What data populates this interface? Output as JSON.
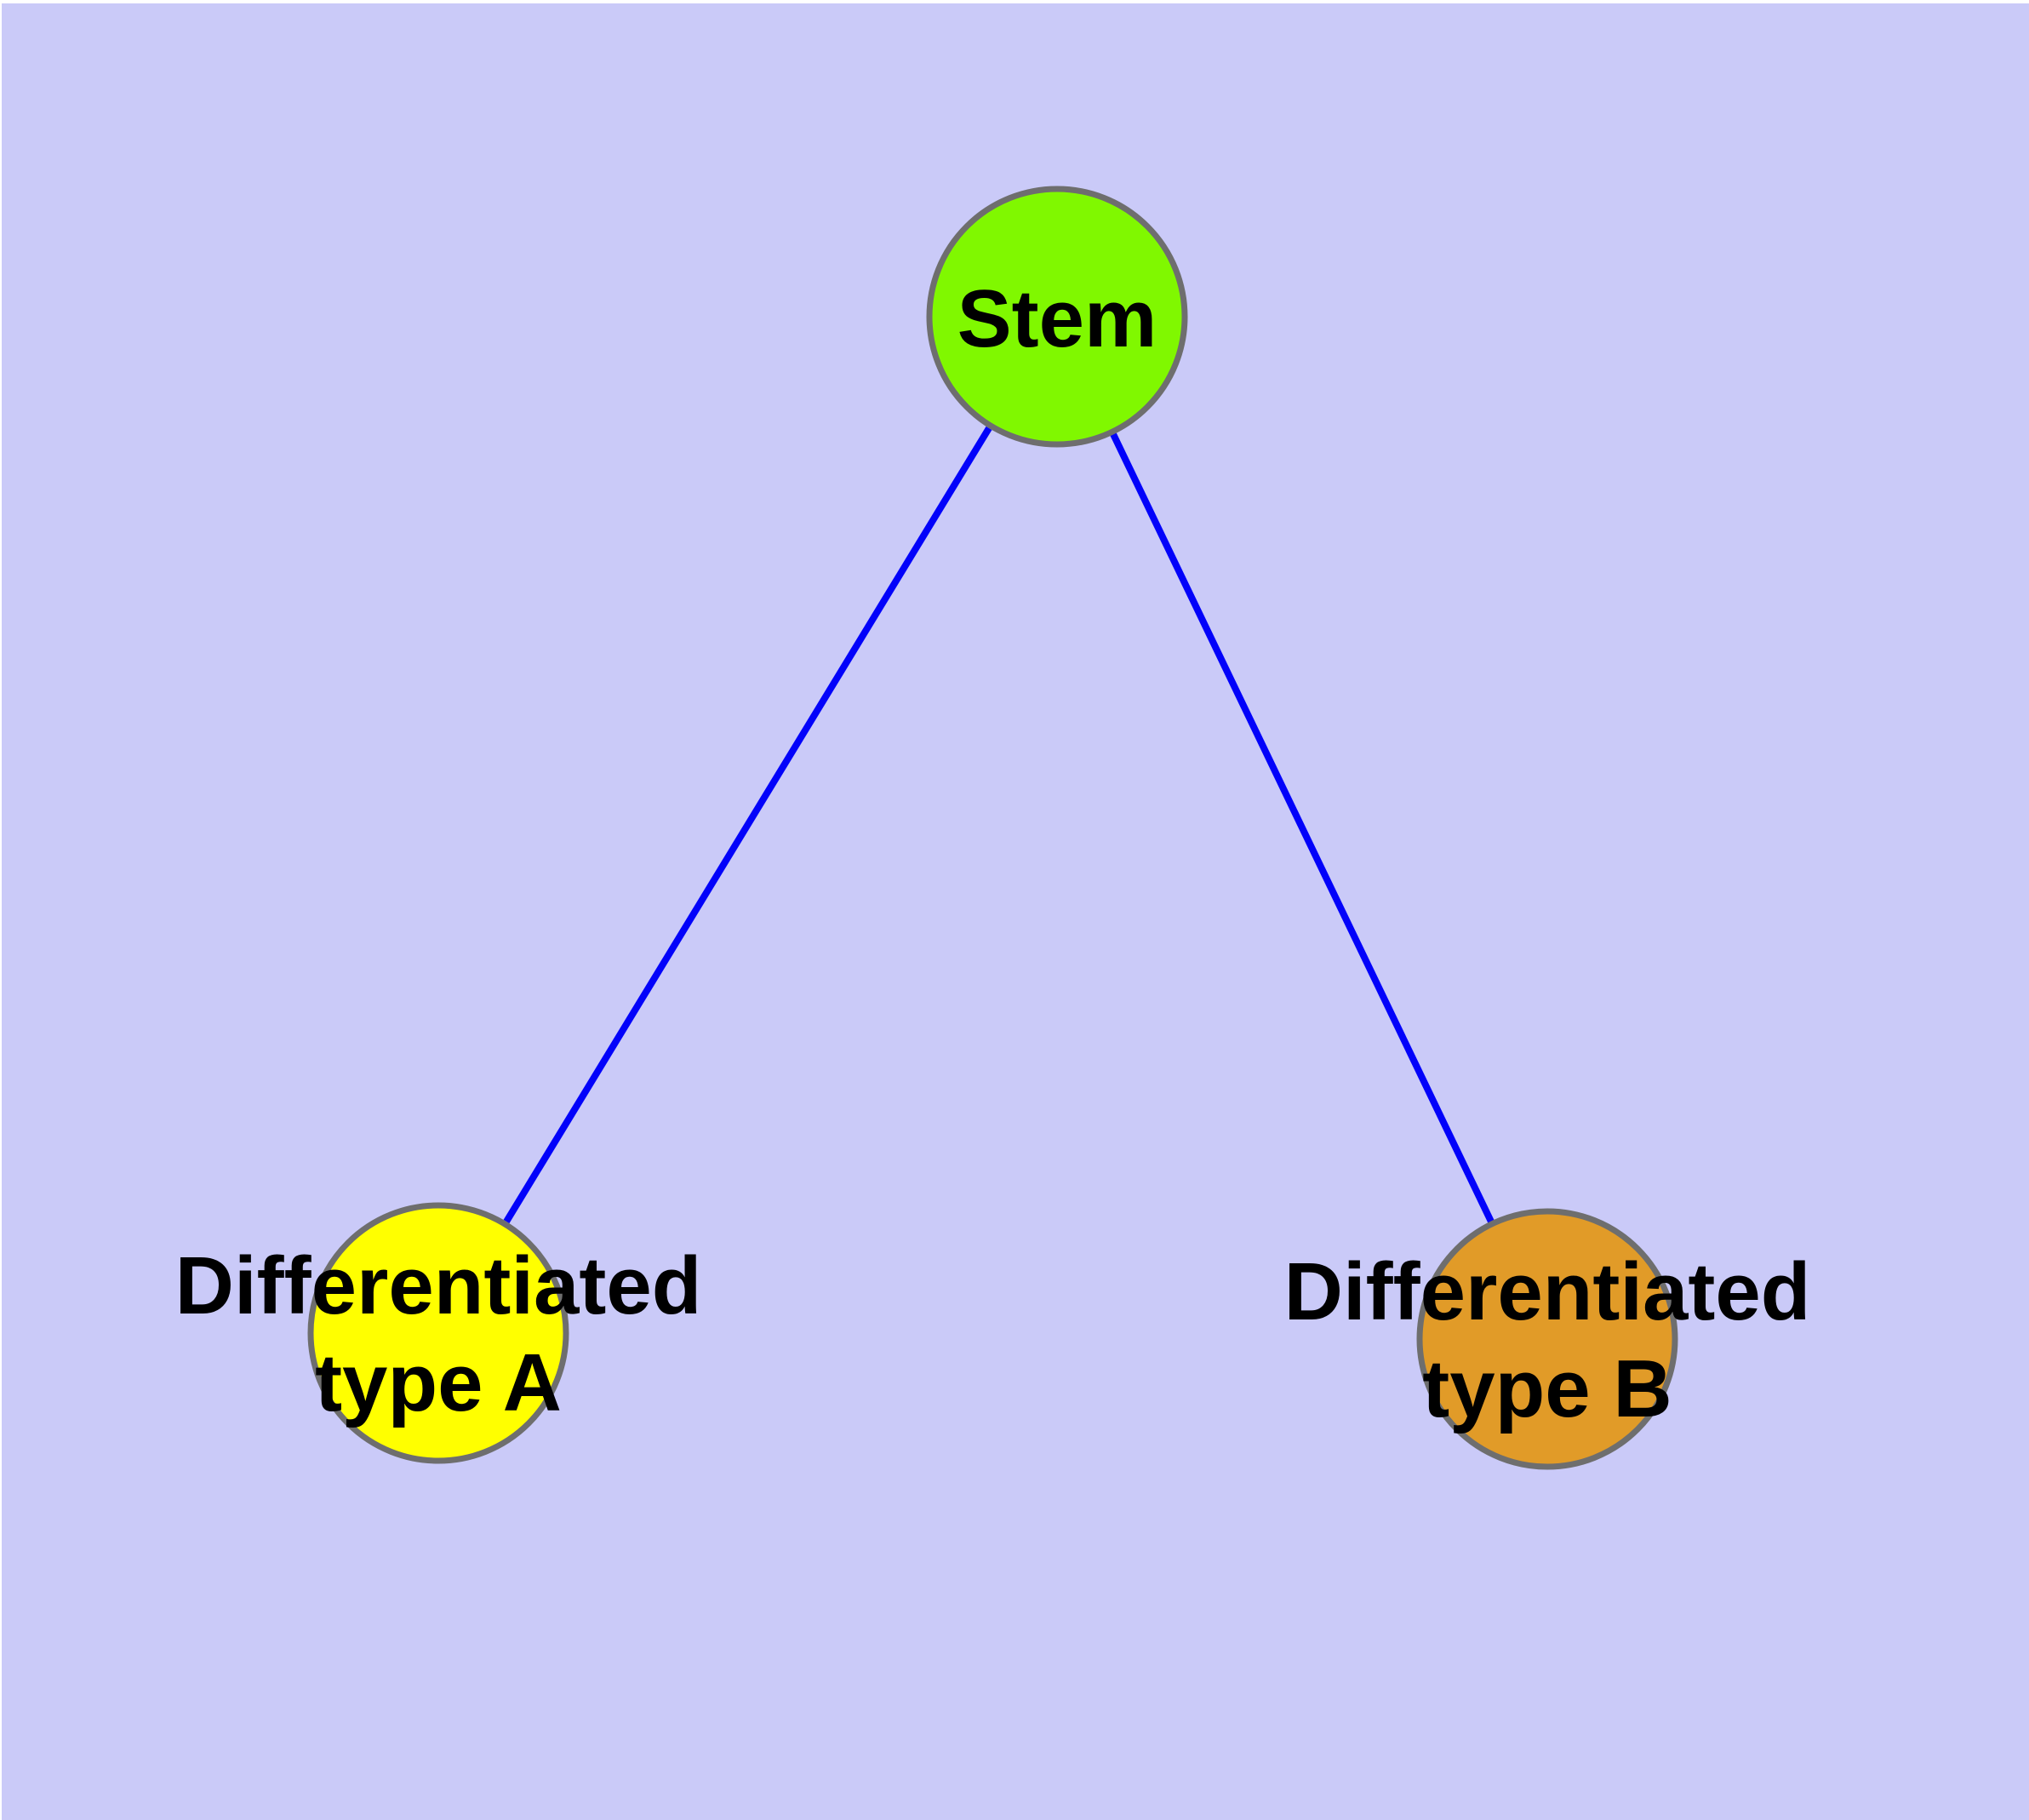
{
  "diagram": {
    "type": "node-link-graph",
    "background_color": "#cacaf8",
    "edge_color": "#0202fa",
    "node_border_color": "#6e6e6e",
    "label_color": "#000000",
    "nodes": [
      {
        "id": "stem",
        "label": "Stem",
        "fill_color": "#80f800"
      },
      {
        "id": "differentiated-type-a",
        "label": "Differentiated type A",
        "label_lines": [
          "Differentiated",
          "type A"
        ],
        "fill_color": "#ffff00"
      },
      {
        "id": "differentiated-type-b",
        "label": "Differentiated type B",
        "label_lines": [
          "Differentiated",
          "type B"
        ],
        "fill_color": "#e19b28"
      }
    ],
    "edges": [
      {
        "from": "Stem",
        "to": "Differentiated type A"
      },
      {
        "from": "Stem",
        "to": "Differentiated type B"
      }
    ]
  }
}
